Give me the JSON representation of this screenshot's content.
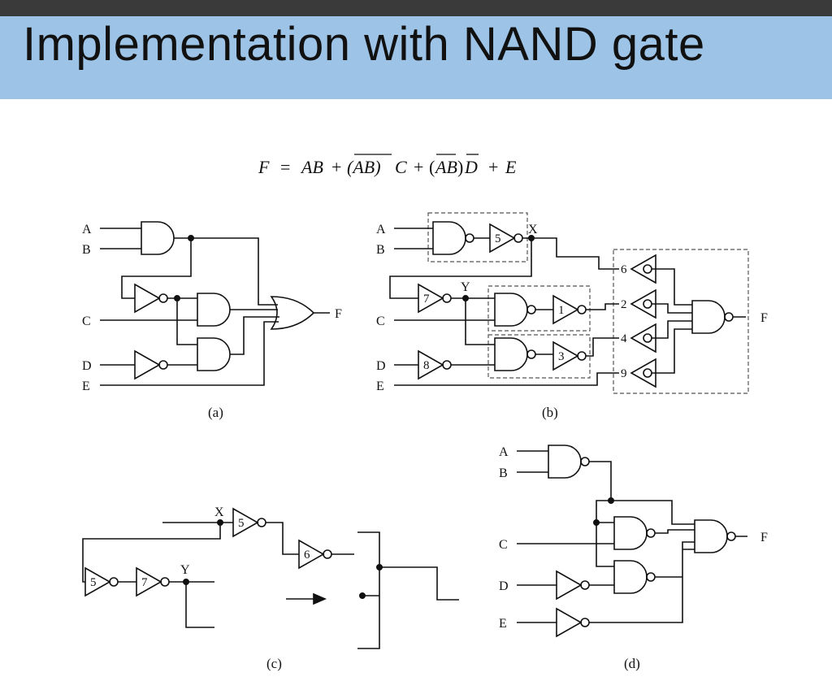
{
  "slide": {
    "title": "Implementation with NAND gate"
  },
  "equation": {
    "lhs": "F",
    "eq": "=",
    "t1": "AB",
    "plus": "+",
    "t2_bar": "(AB)",
    "t2_c": "C",
    "t3_bar": "AB",
    "t3_d": "D",
    "t4": "E"
  },
  "signals": {
    "A": "A",
    "B": "B",
    "C": "C",
    "D": "D",
    "E": "E",
    "F": "F",
    "X": "X",
    "Y": "Y"
  },
  "gate_numbers": {
    "n1": "1",
    "n2": "2",
    "n3": "3",
    "n4": "4",
    "n5": "5",
    "n6": "6",
    "n7": "7",
    "n8": "8",
    "n9": "9"
  },
  "captions": {
    "a": "(a)",
    "b": "(b)",
    "c": "(c)",
    "d": "(d)"
  }
}
